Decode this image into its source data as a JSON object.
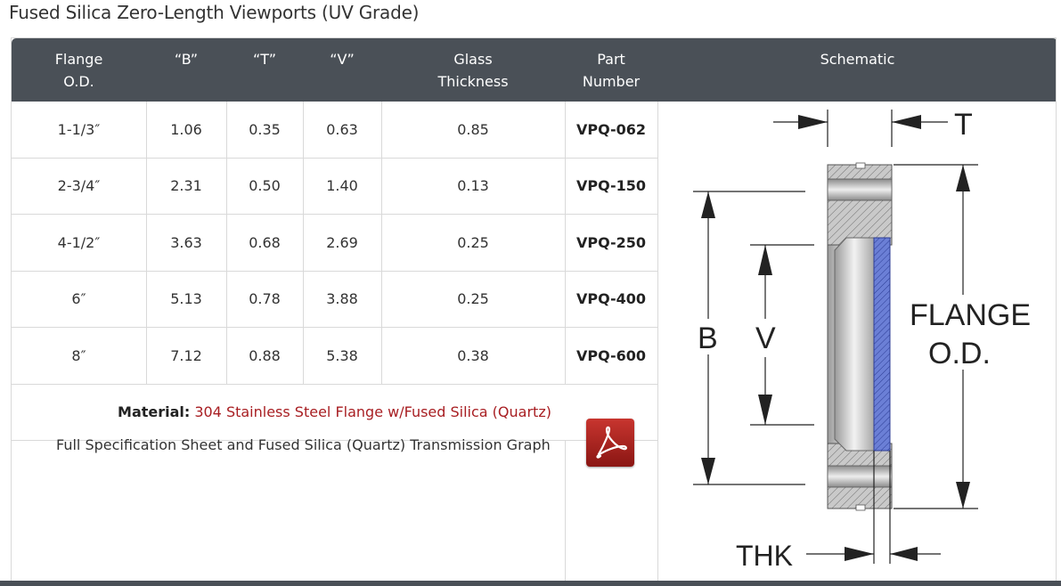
{
  "page": {
    "title": "Fused Silica Zero-Length Viewports (UV Grade)"
  },
  "table": {
    "headers": {
      "flange_od": "Flange\nO.D.",
      "b": "“B”",
      "t": "“T”",
      "v": "“V”",
      "glass_thickness": "Glass\nThickness",
      "part_number": "Part\nNumber",
      "schematic": "Schematic"
    },
    "rows": [
      {
        "flange_od": "1-1/3″",
        "b": "1.06",
        "t": "0.35",
        "v": "0.63",
        "glass": "0.85",
        "part": "VPQ-062"
      },
      {
        "flange_od": "2-3/4″",
        "b": "2.31",
        "t": "0.50",
        "v": "1.40",
        "glass": "0.13",
        "part": "VPQ-150"
      },
      {
        "flange_od": "4-1/2″",
        "b": "3.63",
        "t": "0.68",
        "v": "2.69",
        "glass": "0.25",
        "part": "VPQ-250"
      },
      {
        "flange_od": "6″",
        "b": "5.13",
        "t": "0.78",
        "v": "3.88",
        "glass": "0.25",
        "part": "VPQ-400"
      },
      {
        "flange_od": "8″",
        "b": "7.12",
        "t": "0.88",
        "v": "5.38",
        "glass": "0.38",
        "part": "VPQ-600"
      }
    ],
    "material": {
      "label": "Material:",
      "value": "304 Stainless Steel Flange w/Fused Silica (Quartz)"
    },
    "spec_sheet": {
      "text": "Full Specification Sheet and Fused Silica (Quartz) Transmission Graph",
      "icon": "pdf-icon"
    }
  },
  "schematic": {
    "labels": {
      "t": "T",
      "b": "B",
      "v": "V",
      "flange_line1": "FLANGE",
      "flange_line2": "O.D.",
      "thk": "THK"
    }
  },
  "colors": {
    "header_bg": "#4a5057",
    "material_value": "#a81e22",
    "glass_blue": "#6b7fd6",
    "pdf_red": "#b0241f"
  }
}
